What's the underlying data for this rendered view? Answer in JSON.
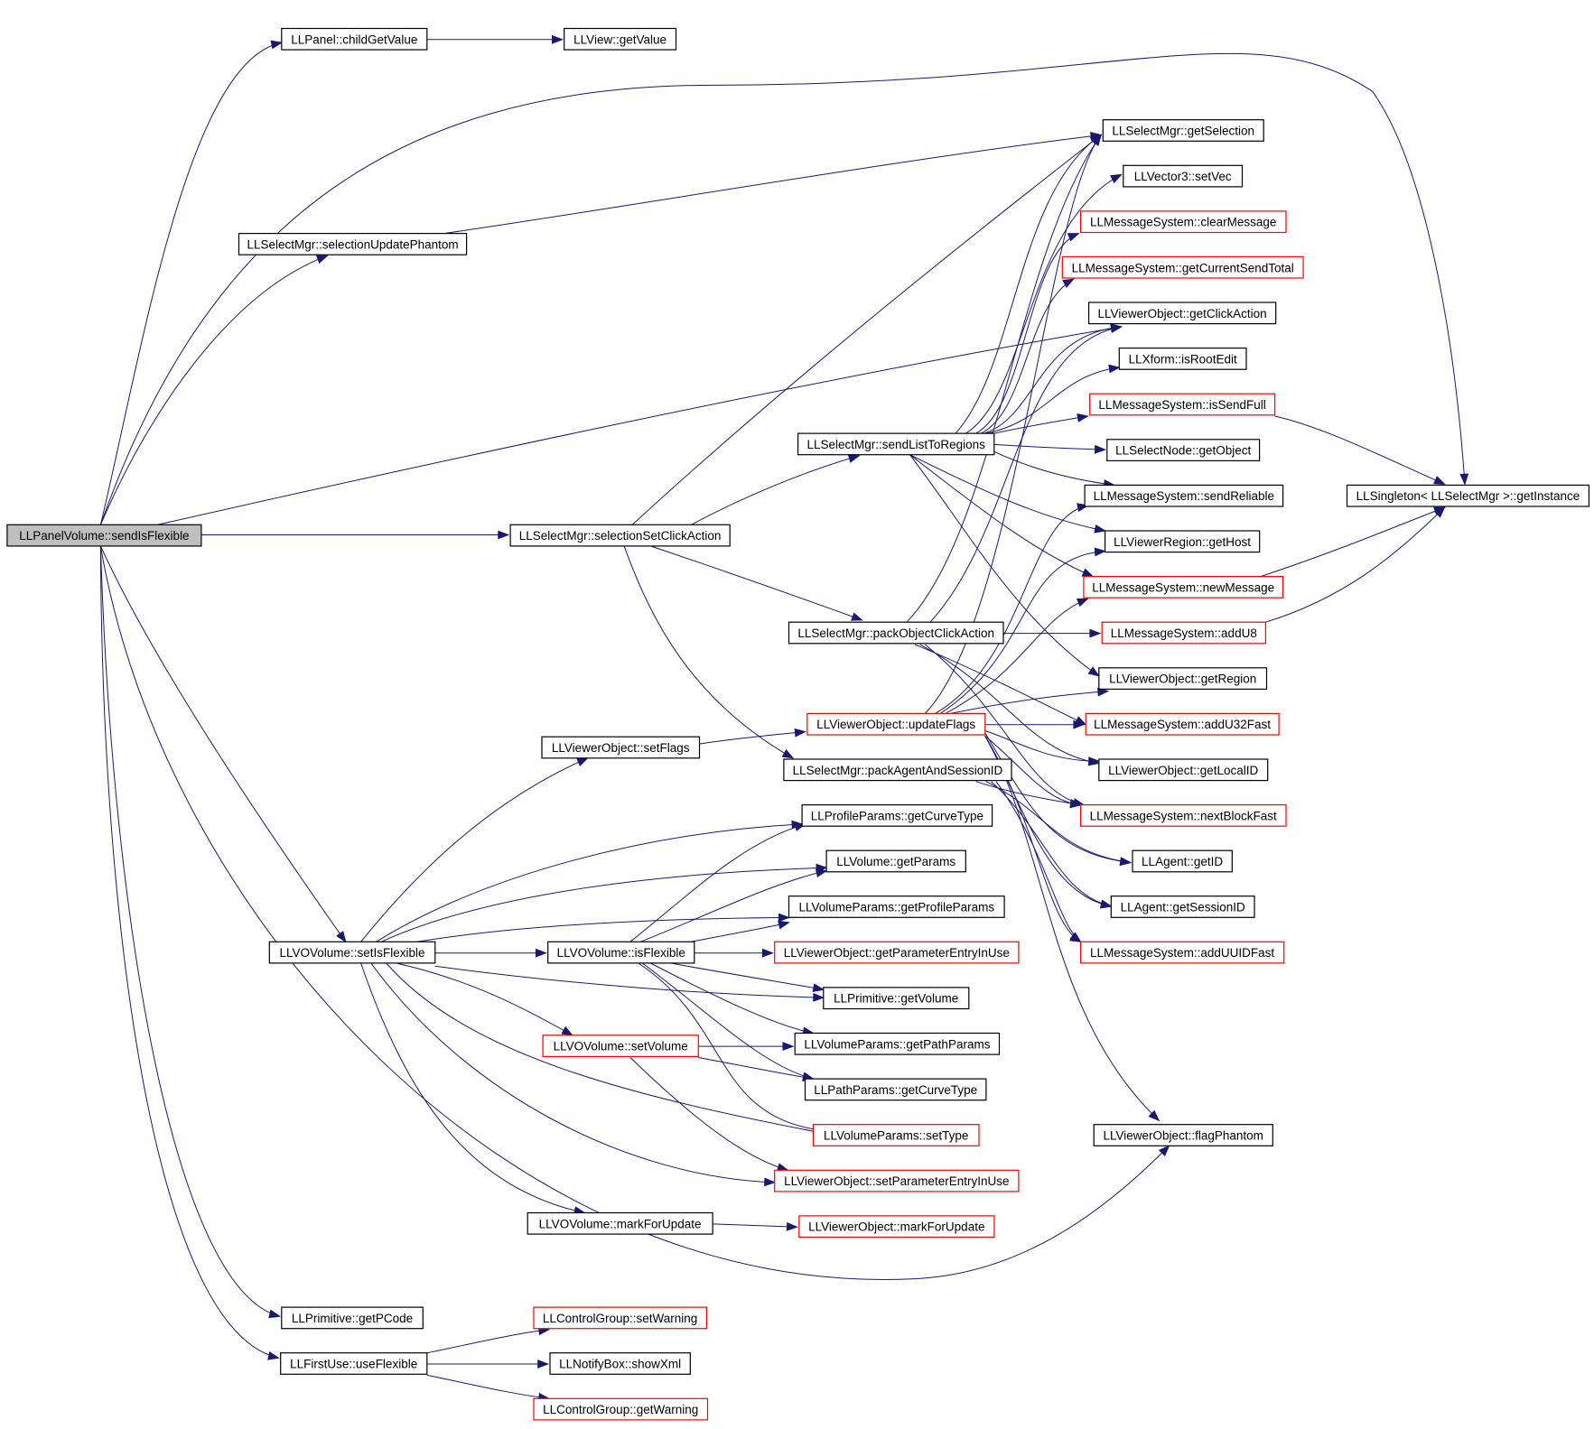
{
  "colors": {
    "edge": "#191970",
    "node_border": "#000000",
    "node_border_truncated": "#ff0000",
    "root_fill": "#bfbfbf"
  },
  "nodes": [
    {
      "id": "root",
      "label": "LLPanelVolume::sendIsFlexible",
      "root": true
    },
    {
      "id": "childGetValue",
      "label": "LLPanel::childGetValue"
    },
    {
      "id": "getValue",
      "label": "LLView::getValue"
    },
    {
      "id": "selUpdPhantom",
      "label": "LLSelectMgr::selectionUpdatePhantom"
    },
    {
      "id": "getSelection",
      "label": "LLSelectMgr::getSelection"
    },
    {
      "id": "setVec",
      "label": "LLVector3::setVec"
    },
    {
      "id": "clearMessage",
      "label": "LLMessageSystem::clearMessage",
      "truncated": true
    },
    {
      "id": "getCurrentSendTotal",
      "label": "LLMessageSystem::getCurrentSendTotal",
      "truncated": true
    },
    {
      "id": "getClickAction",
      "label": "LLViewerObject::getClickAction"
    },
    {
      "id": "isRootEdit",
      "label": "LLXform::isRootEdit"
    },
    {
      "id": "isSendFull",
      "label": "LLMessageSystem::isSendFull",
      "truncated": true
    },
    {
      "id": "sendListToRegions",
      "label": "LLSelectMgr::sendListToRegions"
    },
    {
      "id": "getObject",
      "label": "LLSelectNode::getObject"
    },
    {
      "id": "sendReliable",
      "label": "LLMessageSystem::sendReliable"
    },
    {
      "id": "getInstance",
      "label": "LLSingleton< LLSelectMgr >::getInstance"
    },
    {
      "id": "selSetClickAction",
      "label": "LLSelectMgr::selectionSetClickAction"
    },
    {
      "id": "getHost",
      "label": "LLViewerRegion::getHost"
    },
    {
      "id": "newMessage",
      "label": "LLMessageSystem::newMessage",
      "truncated": true
    },
    {
      "id": "packObjectClickAction",
      "label": "LLSelectMgr::packObjectClickAction"
    },
    {
      "id": "addU8",
      "label": "LLMessageSystem::addU8",
      "truncated": true
    },
    {
      "id": "getRegion",
      "label": "LLViewerObject::getRegion"
    },
    {
      "id": "updateFlags",
      "label": "LLViewerObject::updateFlags",
      "truncated": true
    },
    {
      "id": "addU32Fast",
      "label": "LLMessageSystem::addU32Fast",
      "truncated": true
    },
    {
      "id": "setFlags",
      "label": "LLViewerObject::setFlags"
    },
    {
      "id": "packAgentAndSessionID",
      "label": "LLSelectMgr::packAgentAndSessionID"
    },
    {
      "id": "getLocalID",
      "label": "LLViewerObject::getLocalID"
    },
    {
      "id": "profGetCurveType",
      "label": "LLProfileParams::getCurveType"
    },
    {
      "id": "nextBlockFast",
      "label": "LLMessageSystem::nextBlockFast",
      "truncated": true
    },
    {
      "id": "volGetParams",
      "label": "LLVolume::getParams"
    },
    {
      "id": "agentGetID",
      "label": "LLAgent::getID"
    },
    {
      "id": "getProfileParams",
      "label": "LLVolumeParams::getProfileParams"
    },
    {
      "id": "getSessionID",
      "label": "LLAgent::getSessionID"
    },
    {
      "id": "setIsFlexible",
      "label": "LLVOVolume::setIsFlexible"
    },
    {
      "id": "isFlexible",
      "label": "LLVOVolume::isFlexible"
    },
    {
      "id": "getParameterEntryInUse",
      "label": "LLViewerObject::getParameterEntryInUse",
      "truncated": true
    },
    {
      "id": "addUUIDFast",
      "label": "LLMessageSystem::addUUIDFast",
      "truncated": true
    },
    {
      "id": "primGetVolume",
      "label": "LLPrimitive::getVolume"
    },
    {
      "id": "setVolume",
      "label": "LLVOVolume::setVolume",
      "truncated": true
    },
    {
      "id": "getPathParams",
      "label": "LLVolumeParams::getPathParams"
    },
    {
      "id": "pathGetCurveType",
      "label": "LLPathParams::getCurveType"
    },
    {
      "id": "setType",
      "label": "LLVolumeParams::setType",
      "truncated": true
    },
    {
      "id": "flagPhantom",
      "label": "LLViewerObject::flagPhantom"
    },
    {
      "id": "setParameterEntryInUse",
      "label": "LLViewerObject::setParameterEntryInUse",
      "truncated": true
    },
    {
      "id": "voMarkForUpdate",
      "label": "LLVOVolume::markForUpdate"
    },
    {
      "id": "viewerMarkForUpdate",
      "label": "LLViewerObject::markForUpdate",
      "truncated": true
    },
    {
      "id": "getPCode",
      "label": "LLPrimitive::getPCode"
    },
    {
      "id": "setWarning",
      "label": "LLControlGroup::setWarning",
      "truncated": true
    },
    {
      "id": "useFlexible",
      "label": "LLFirstUse::useFlexible"
    },
    {
      "id": "showXml",
      "label": "LLNotifyBox::showXml"
    },
    {
      "id": "getWarning",
      "label": "LLControlGroup::getWarning",
      "truncated": true
    }
  ]
}
